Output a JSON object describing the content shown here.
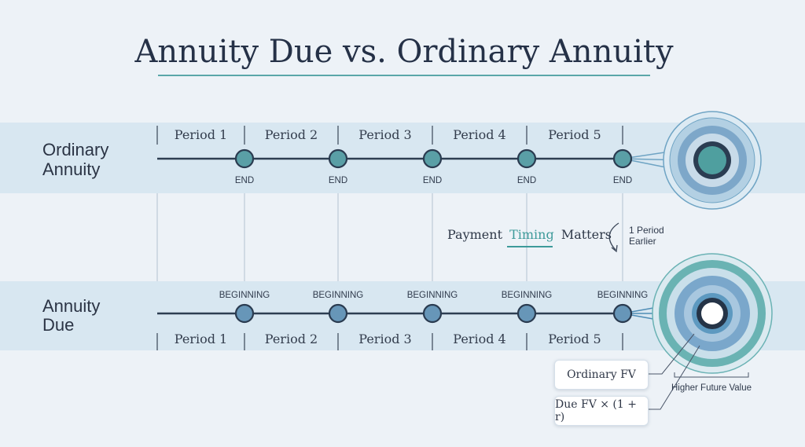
{
  "title": "Annuity Due vs. Ordinary Annuity",
  "rows": {
    "ordinary": {
      "label_line1": "Ordinary",
      "label_line2": "Annuity",
      "payment_label": "END"
    },
    "due": {
      "label_line1": "Annuity",
      "label_line2": "Due",
      "payment_label": "BEGINNING"
    }
  },
  "periods": [
    "Period 1",
    "Period 2",
    "Period 3",
    "Period 4",
    "Period 5"
  ],
  "timing": {
    "pre": "Payment",
    "highlight": "Timing",
    "post": "Matters"
  },
  "shift_note": {
    "line1": "1 Period",
    "line2": "Earlier"
  },
  "comparison": {
    "ordinary_fv": "Ordinary FV",
    "due_fv": "Due FV × (1 + r)",
    "higher_note": "Higher Future Value"
  },
  "colors": {
    "accent": "#4d9ea0",
    "band": "#d8e7f1",
    "node_ordinary": "#5a9fa6",
    "node_due": "#6796b8",
    "line": "#2d3e52"
  }
}
